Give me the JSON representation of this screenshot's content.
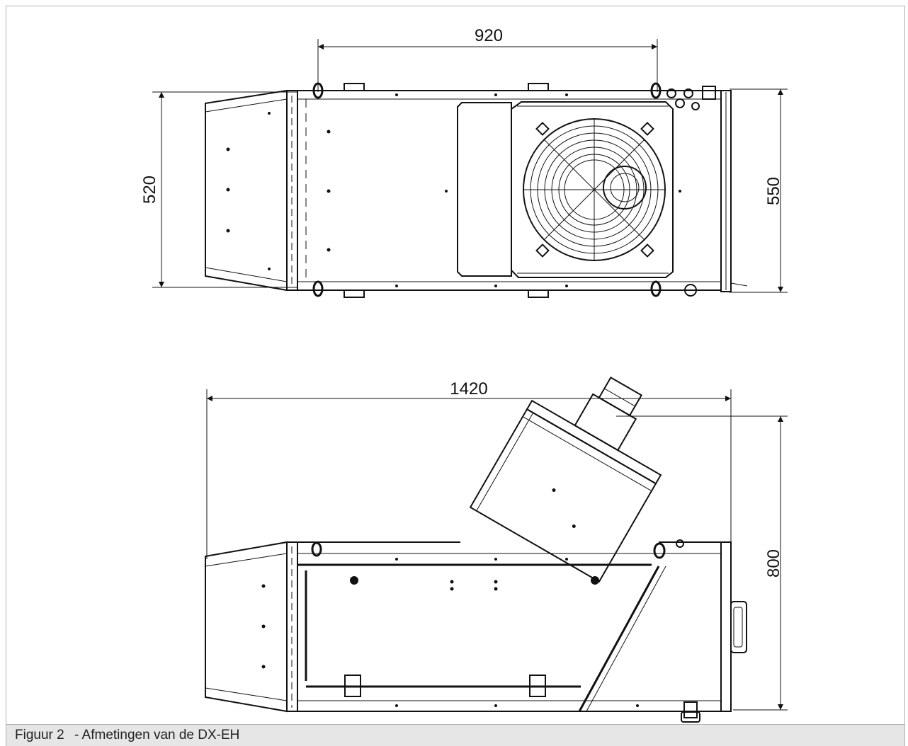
{
  "dimensions": {
    "top_width": "920",
    "left_height": "520",
    "right_height": "550",
    "side_length": "1420",
    "side_height": "800"
  },
  "caption": {
    "label": "Figuur 2",
    "text": "- Afmetingen van de DX-EH"
  }
}
